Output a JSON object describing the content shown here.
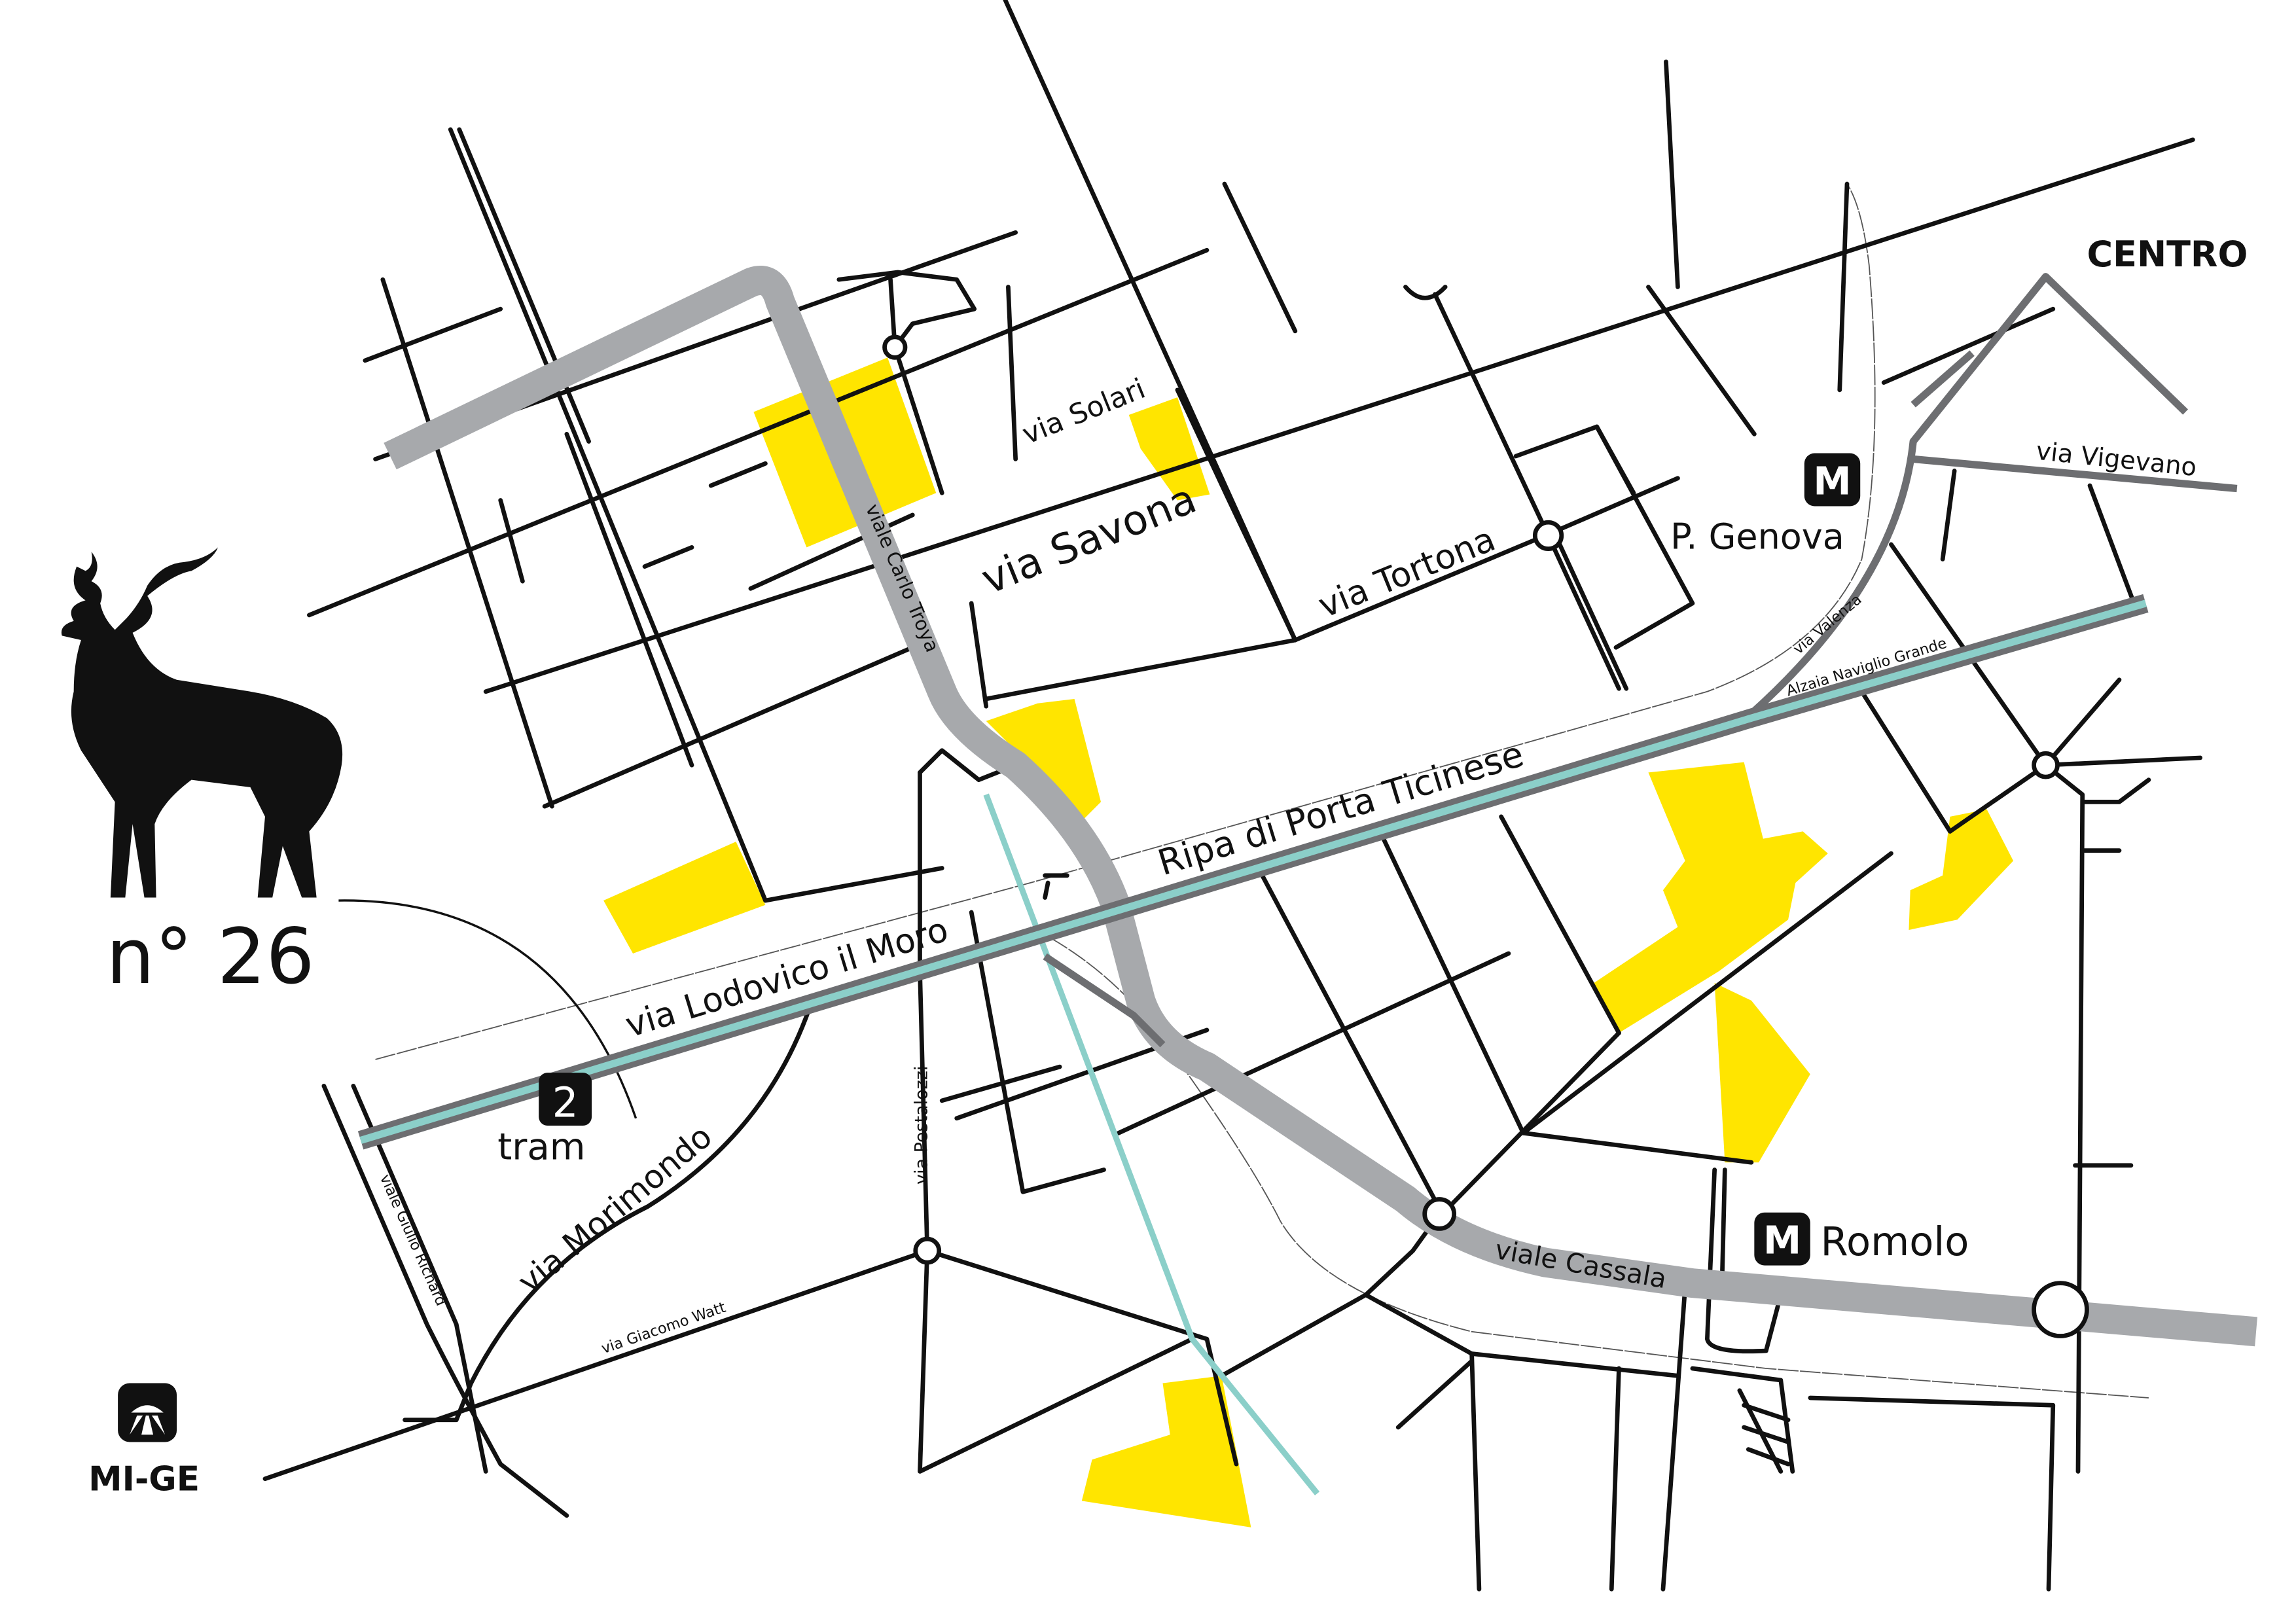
{
  "title": "n° 26",
  "colors": {
    "yellow_areas": "#ffe500",
    "main_route": "#a7a9ac",
    "tram_line": "#6d6e71",
    "canal": "#8bcfc9",
    "roads": "#111111"
  },
  "labels": {
    "centro": "CENTRO",
    "via_solari": "via Solari",
    "via_savona": "via Savona",
    "viale_carlo_troya": "viale Carlo Troya",
    "via_tortona": "via Tortona",
    "p_genova": "P. Genova",
    "via_vigevano": "via Vigevano",
    "via_valenza": "via Valenza",
    "alzaia": "Alzaia Naviglio Grande",
    "ripa": "Ripa di Porta Ticinese",
    "via_lodovico": "via Lodovico il Moro",
    "via_morimondo": "via Morimondo",
    "via_pestalozzi": "via Pestalozzi",
    "via_giacomo_watt": "via Giacomo Watt",
    "viale_giulio_richard": "viale Giulio Richard",
    "viale_cassala": "viale Cassala",
    "romolo": "Romolo",
    "tram_number": "2",
    "tram": "tram",
    "motorway": "MI-GE"
  },
  "icons": {
    "metro": "M",
    "deer": "deer-silhouette",
    "motorway": "motorway-icon"
  }
}
